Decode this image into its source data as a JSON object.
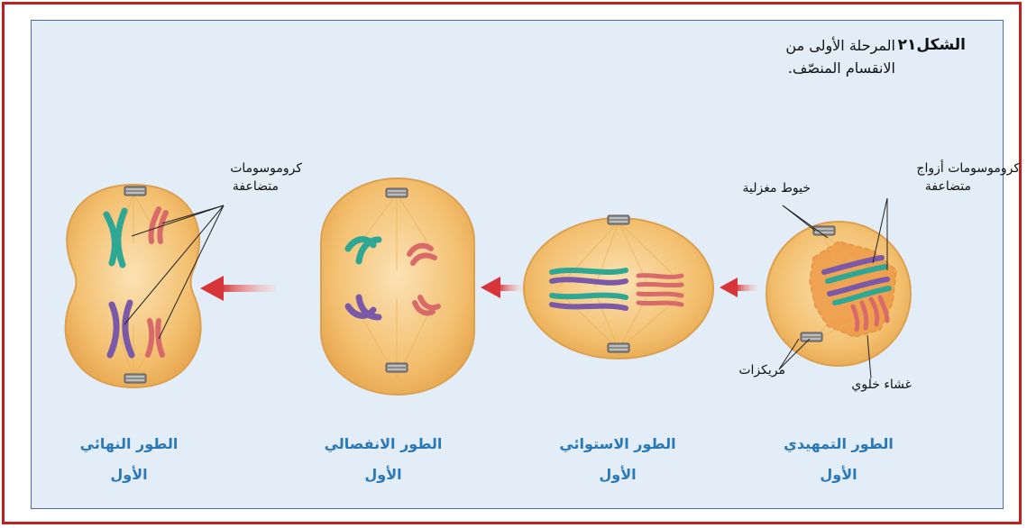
{
  "figure": {
    "number": "الشكل٢١",
    "caption_line1": "المرحلة الأولى من",
    "caption_line2": "الانقسام المنصّف."
  },
  "labels": {
    "paired_chromosomes_l1": "كروموسومات أزواج",
    "paired_chromosomes_l2": "متضاعفة",
    "spindle_fibers": "خيوط مغزلية",
    "centrioles": "مريكزات",
    "cell_membrane": "غشاء خلوي",
    "duplicated_chromosomes_l1": "كروموسومات",
    "duplicated_chromosomes_l2": "متضاعفة"
  },
  "stages": [
    {
      "name": "الطور التمهيدي",
      "sub": "الأول"
    },
    {
      "name": "الطور الاستوائي",
      "sub": "الأول"
    },
    {
      "name": "الطور الانفصالي",
      "sub": "الأول"
    },
    {
      "name": "الطور النهائي",
      "sub": "الأول"
    }
  ],
  "colors": {
    "frame": "#c0201e",
    "panel_bg": "#e3edf7",
    "panel_border": "#4a6ca8",
    "cell_fill": "#f3c070",
    "cell_edge": "#dba050",
    "arrow": "#d8353a",
    "stage_text": "#2a78b6",
    "chrom_green": "#2ea894",
    "chrom_purple": "#7a5aa8",
    "chrom_red": "#d86a6a"
  }
}
